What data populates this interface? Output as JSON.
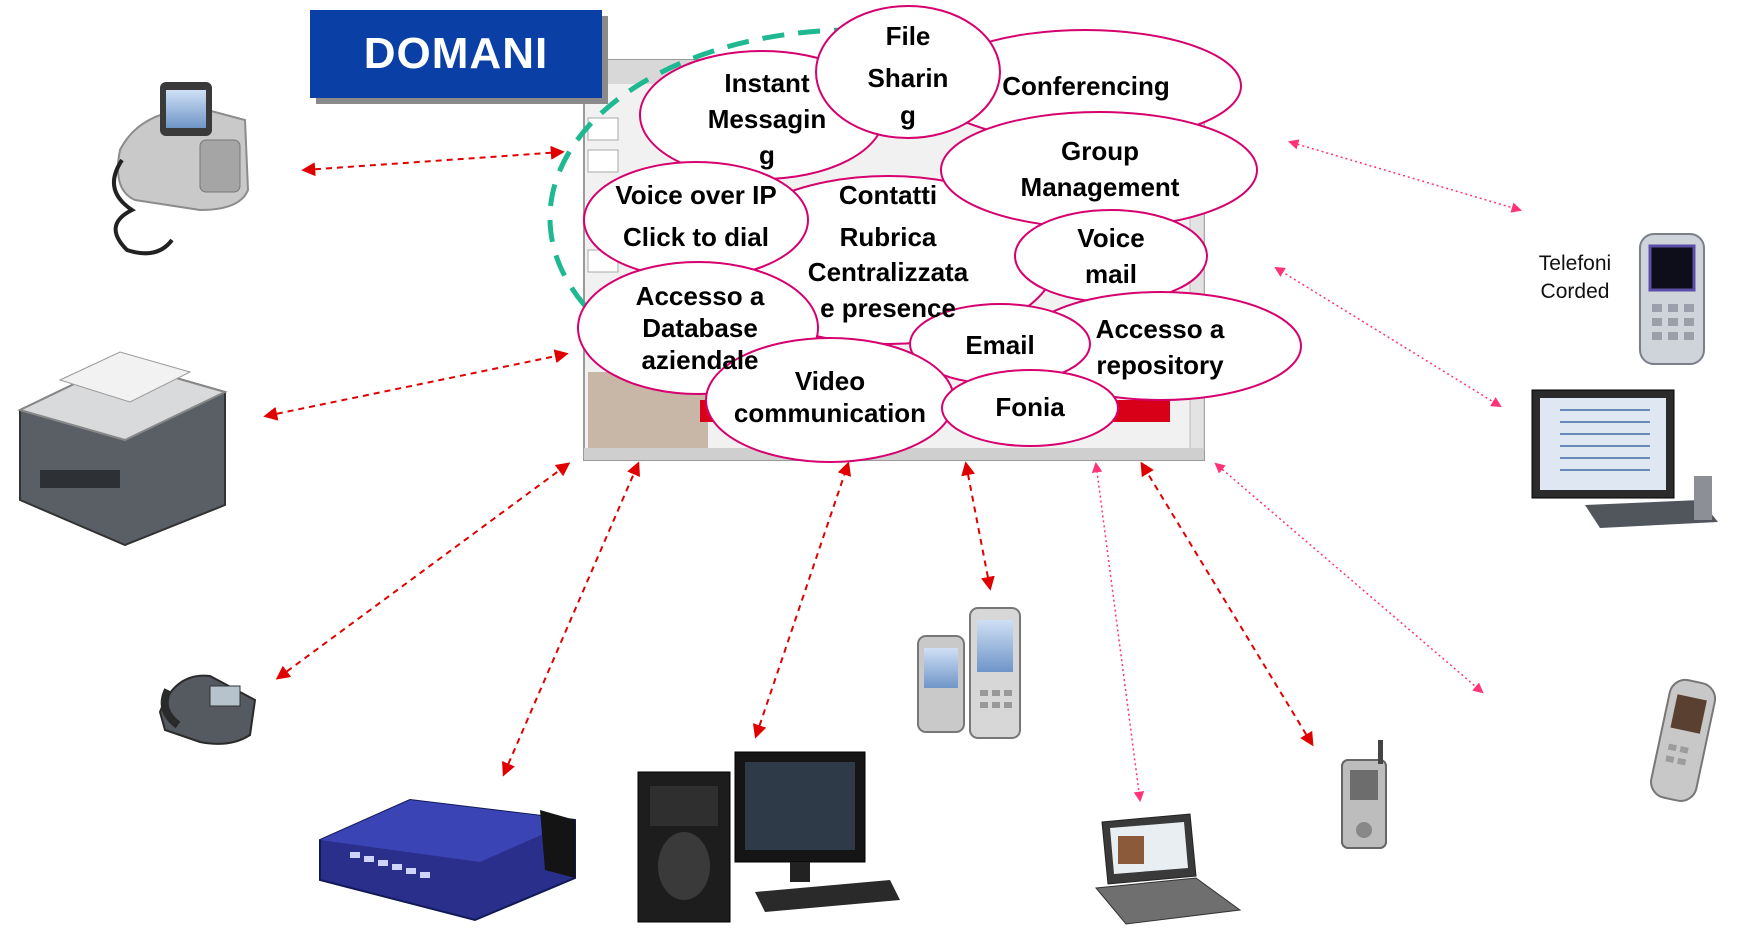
{
  "title": "DOMANI",
  "caption": {
    "line1": "Telefoni",
    "line2": "Corded"
  },
  "services": {
    "file_sharing": [
      "File",
      "Sharin",
      "g"
    ],
    "instant_messaging": [
      "Instant",
      "Messagin",
      "g"
    ],
    "conferencing": [
      "Conferencing"
    ],
    "group_management": [
      "Group",
      "Management"
    ],
    "voice_over_ip": [
      "Voice over IP",
      "Click to dial"
    ],
    "contatti": [
      "Contatti",
      "Rubrica",
      "Centralizzata",
      "e presence"
    ],
    "voice_mail": [
      "Voice",
      "mail"
    ],
    "accesso_database": [
      "Accesso a",
      "Database",
      "aziendale"
    ],
    "email": [
      "Email"
    ],
    "accesso_repository": [
      "Accesso a",
      "repository"
    ],
    "video_communication": [
      "Video",
      "communication"
    ],
    "fonia": [
      "Fonia"
    ]
  },
  "devices": [
    "desk-videophone-icon",
    "multifunction-printer-icon",
    "ip-desk-phone-icon",
    "network-router-icon",
    "desktop-computer-icon",
    "cell-phones-icon",
    "laptop-icon",
    "flip-phone-icon",
    "mobile-phone-icon",
    "tv-monitor-icon",
    "cordless-phone-icon"
  ],
  "colors": {
    "title_bg": "#0a3fa6",
    "bubble_stroke": "#d6006e",
    "arrow": "#e00000",
    "dashed_ring": "#1fb890"
  }
}
